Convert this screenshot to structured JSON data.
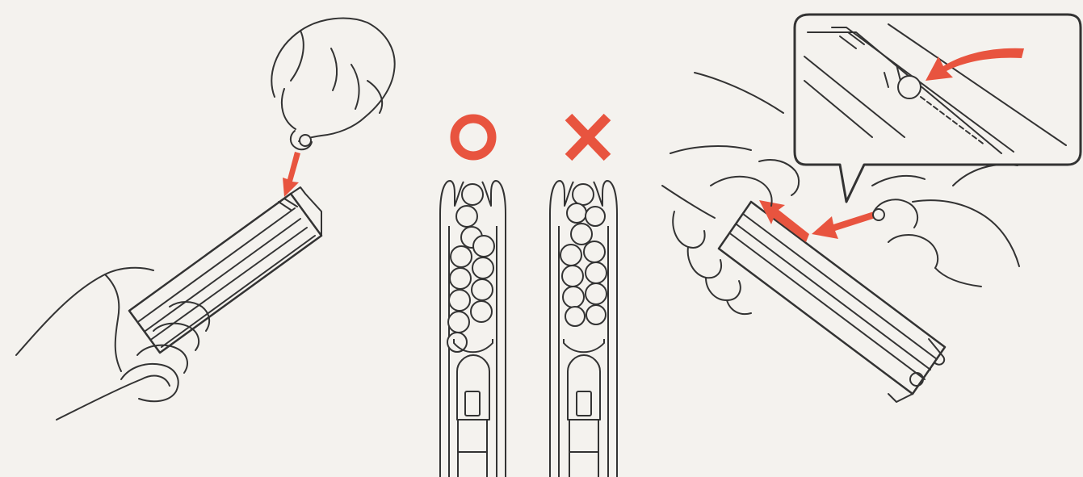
{
  "colors": {
    "accent": "#e8543f",
    "ink": "#333333",
    "paper": "#f4f2ee"
  },
  "panels": [
    {
      "name": "insert-bb-panel",
      "icon": "hand-inserting-bb-into-magazine"
    },
    {
      "name": "correct-loading",
      "icon": "circle-correct-icon",
      "mark": "O"
    },
    {
      "name": "incorrect-loading",
      "icon": "cross-incorrect-icon",
      "mark": "X"
    },
    {
      "name": "push-bb-panel",
      "icon": "hand-pushing-bb-along-magazine"
    }
  ]
}
